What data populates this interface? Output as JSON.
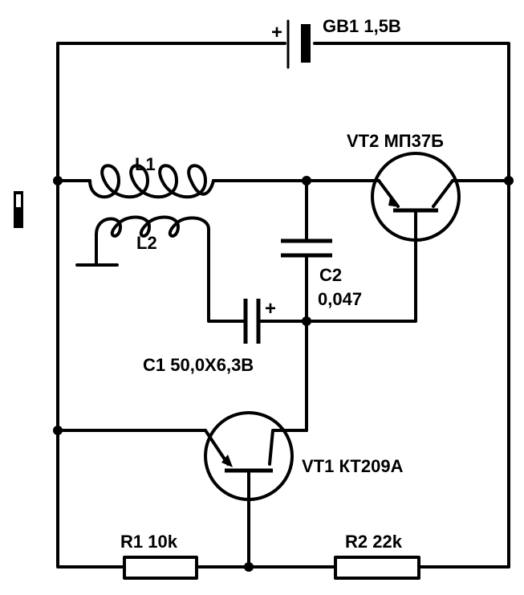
{
  "labels": {
    "gb1": "GB1 1,5В",
    "gb1_plus": "+",
    "l1": "L1",
    "l2": "L2",
    "vt2": "VT2 МП37Б",
    "c2_name": "C2",
    "c2_value": "0,047",
    "c1_plus": "+",
    "c1": "C1 50,0X6,3В",
    "vt1": "VT1 КТ209А",
    "r1": "R1 10k",
    "r2": "R2 22k"
  }
}
